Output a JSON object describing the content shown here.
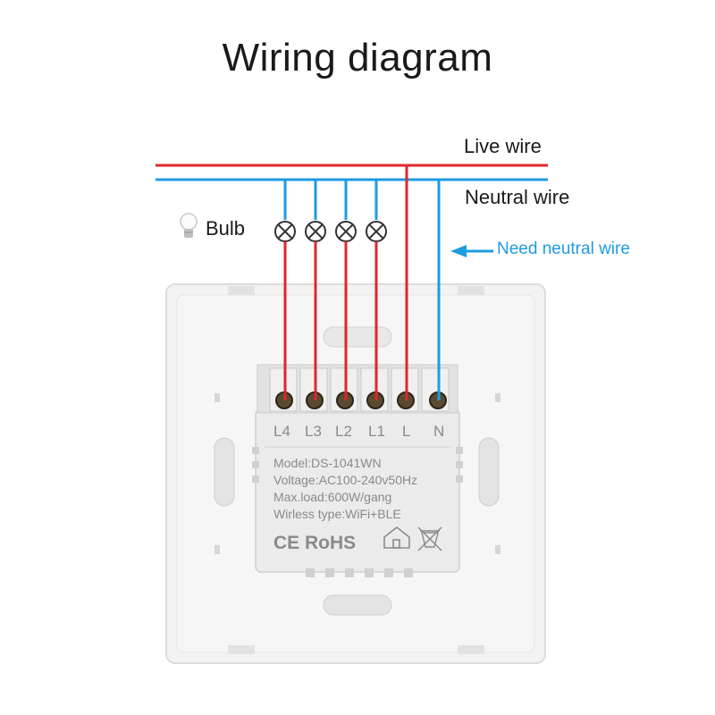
{
  "title": "Wiring diagram",
  "labels": {
    "live_wire": "Live wire",
    "neutral_wire": "Neutral wire",
    "bulb": "Bulb",
    "need_neutral": "Need neutral wire"
  },
  "terminals": [
    "L4",
    "L3",
    "L2",
    "L1",
    "L",
    "N"
  ],
  "module": {
    "model": "Model:DS-1041WN",
    "voltage": "Voltage:AC100-240v50Hz",
    "max_load": "Max.load:600W/gang",
    "wireless": "Wirless type:WiFi+BLE",
    "marks": "CE RoHS"
  },
  "colors": {
    "live": "#e0262b",
    "neutral": "#1e9be0",
    "plate": "#f2f2f2",
    "module": "#ececec"
  }
}
